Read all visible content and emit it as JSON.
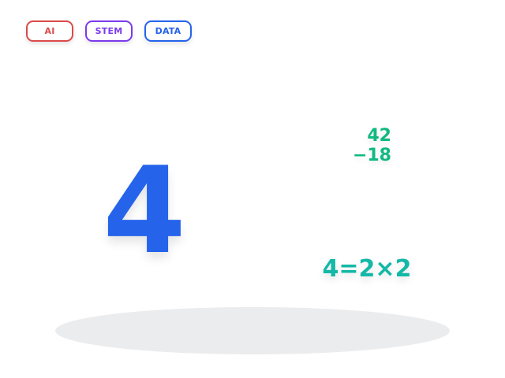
{
  "tags": [
    {
      "label": "AI",
      "color": "#dc4a4a"
    },
    {
      "label": "STEM",
      "color": "#7c3aed"
    },
    {
      "label": "DATA",
      "color": "#2563eb"
    }
  ],
  "big_digit": {
    "text": "4",
    "color": "#2563eb"
  },
  "subtraction": {
    "top": "42",
    "bottom": "−18",
    "color": "#10b981"
  },
  "equation": {
    "text": "4=2×2",
    "color": "#14b8a6"
  },
  "pedestal_color": "#ebecee"
}
